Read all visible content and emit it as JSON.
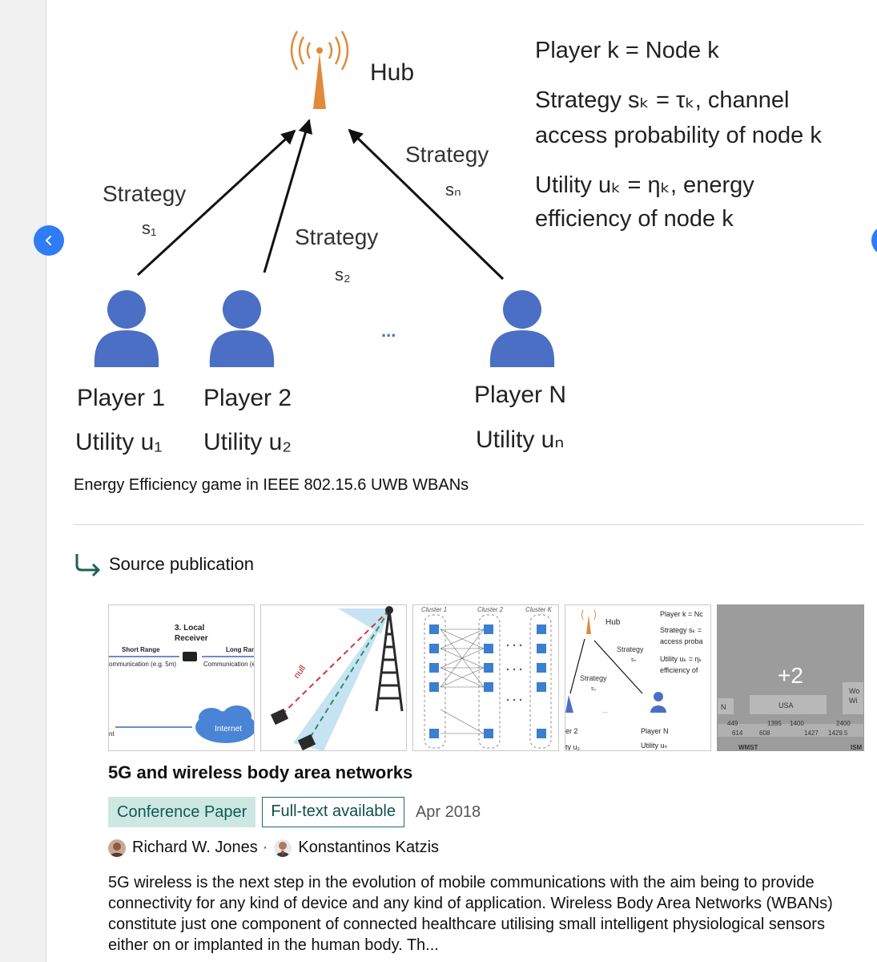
{
  "figure": {
    "hub_label": "Hub",
    "strategy_word": "Strategy",
    "strategy_subs": [
      "s₁",
      "s₂",
      "sₙ"
    ],
    "players": [
      "Player 1",
      "Player 2",
      "Player N"
    ],
    "utilities": [
      "Utility u₁",
      "Utility u₂",
      "Utility uₙ"
    ],
    "ellipsis": "...",
    "legend": [
      "Player k = Node k",
      "Strategy sₖ = τₖ, channel",
      "access probability of node k",
      "Utility uₖ = ηₖ, energy",
      "efficiency of node k"
    ]
  },
  "caption": "Energy Efficiency game in IEEE 802.15.6 UWB WBANs",
  "source_label": "Source publication",
  "thumbnails": {
    "t1": {
      "local_receiver": [
        "3. Local",
        "Receiver"
      ],
      "short_range": "Short Range",
      "long_range": "Long Rang",
      "communication_left": "ommunication (e.g. 5m)",
      "communication_right": "Communication (e",
      "internet": "Internet",
      "edge_t": "nt"
    },
    "t2": {
      "null_label": "null"
    },
    "t3": {
      "clusters": [
        "Cluster 1",
        "Cluster 2",
        "Cluster K"
      ]
    },
    "t4": {
      "hub": "Hub",
      "strategy": "Strategy",
      "strategy_sub_n": "sₙ",
      "strategy_sub_2": "s₂",
      "legend": [
        "Player k = Nc",
        "Strategy sₖ =",
        "access proba",
        "Utility uₖ = ηₖ",
        "efficiency of"
      ],
      "player_left": "er 2",
      "utility_left": "ty u₂",
      "player_n": "Player N",
      "utility_n": "Utility uₙ",
      "ellipsis": "..."
    },
    "t5": {
      "more": "+2",
      "usa": "USA",
      "n": "N",
      "wo": [
        "Wo",
        "Wi"
      ],
      "numbers_top": [
        "449",
        "1395",
        "1400",
        "2400"
      ],
      "numbers_bottom": [
        "614",
        "608",
        "1427",
        "1429.5"
      ],
      "wmst": "WMST",
      "ism": "ISM"
    }
  },
  "publication": {
    "title": "5G and wireless body area networks",
    "type": "Conference Paper",
    "fulltext": "Full-text available",
    "date": "Apr 2018",
    "authors": [
      "Richard W. Jones",
      "Konstantinos Katzis"
    ],
    "author_separator": "·",
    "abstract": "5G wireless is the next step in the evolution of mobile communications with the aim being to provide connectivity for any kind of device and any kind of application. Wireless Body Area Networks (WBANs) constitute just one component of connected healthcare utilising small intelligent physiological sensors either on or implanted in the human body. Th..."
  },
  "colors": {
    "nav_button": "#2e7cf6",
    "person": "#4a6fc4",
    "tower": "#e08a3a",
    "badge_bg": "#cde7e3",
    "badge_text": "#0e5a56"
  }
}
